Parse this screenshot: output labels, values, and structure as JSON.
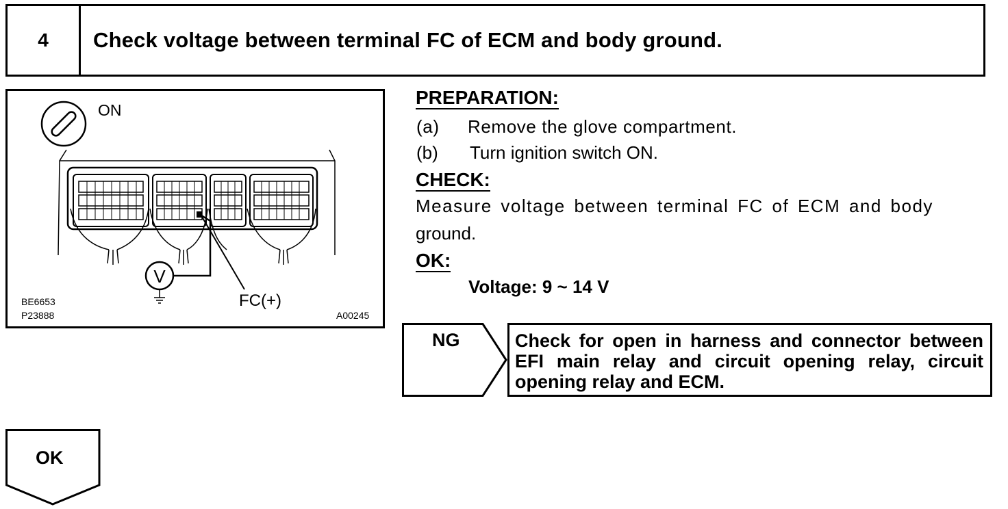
{
  "step": {
    "number": "4",
    "title": "Check voltage between terminal FC of ECM and body ground."
  },
  "figure": {
    "switch_label": "ON",
    "meter_symbol": "V",
    "terminal_label": "FC(+)",
    "code_1": "BE6653",
    "code_2": "P23888",
    "code_3": "A00245"
  },
  "preparation": {
    "heading": "PREPARATION:",
    "steps": [
      {
        "marker": "(a)",
        "text": "Remove the glove compartment."
      },
      {
        "marker": "(b)",
        "text": "Turn ignition switch ON."
      }
    ]
  },
  "check": {
    "heading": "CHECK:",
    "line_1": "Measure voltage between terminal FC of ECM and body",
    "line_2": "ground."
  },
  "ok": {
    "heading": "OK:",
    "spec": "Voltage: 9 ~ 14 V"
  },
  "ng_result": {
    "label": "NG",
    "text": "Check for open in harness and connector between EFI main relay and circuit opening relay, circuit opening relay and ECM."
  },
  "ok_result": {
    "label": "OK"
  }
}
